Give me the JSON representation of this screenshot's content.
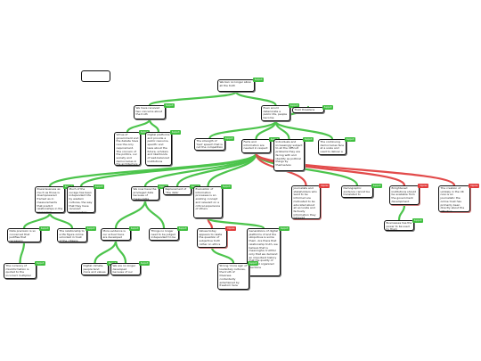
{
  "nodes": [
    {
      "id": "n0",
      "text": "We ban no longer allow all the truth",
      "type": "support"
    },
    {
      "id": "n1",
      "text": "We have received two concerns about the truth",
      "type": "support"
    },
    {
      "id": "n2",
      "text": "Even would deteriorate a public life, people become dependent on other organizations",
      "type": "support"
    },
    {
      "id": "n3",
      "text": "Trust threatens virtue",
      "type": "support"
    },
    {
      "id": "n4",
      "text": "Virtue of government and the debate have now the only requirement. The concern of the politics, our society and democracies in the architecture",
      "type": "support"
    },
    {
      "id": "n5",
      "text": "Digital platforms and provide a public resource, specific and laws about the future, scholars and likelihoods of well-balanced institutions",
      "type": "support"
    },
    {
      "id": "n6",
      "text": "The strength of 'bad' speech that is not the competition",
      "type": "support"
    },
    {
      "id": "n7",
      "text": "Facts and information are needed in respect",
      "type": "support"
    },
    {
      "id": "n8",
      "text": "Individuals and increasingly subject to all the difficult problems they are facing with and identify as political things by themselves",
      "type": "support"
    },
    {
      "id": "n9",
      "text": "The continuing democracies face at a scale and used to deliver a public",
      "type": "support"
    },
    {
      "id": "n10",
      "text": "Powerlessness as much as those is disempowered framed as in measurements that predict relationships in the possession",
      "type": "support"
    },
    {
      "id": "n11",
      "text": "Much of the ourage has been independent life by western cultures, the way that they have received appropriately",
      "type": "support"
    },
    {
      "id": "n12",
      "text": "We now have the privileged data because of measurable content",
      "type": "support"
    },
    {
      "id": "n13",
      "text": "Replacement of 'The data'",
      "type": "support"
    },
    {
      "id": "n14",
      "text": "Evaluation of information processes is an existing concept and relevant on a critical experience of others",
      "type": "support"
    },
    {
      "id": "n15",
      "text": "Journalists and stakeholders who want to be informed are motivated to be educated about all accurate and factually information they believed",
      "type": "oppose"
    },
    {
      "id": "n16",
      "text": "Demographic evidence cannot be translated to maintain",
      "type": "support"
    },
    {
      "id": "n17",
      "text": "Enlightened institutions should be available from the government development",
      "type": "oppose"
    },
    {
      "id": "n18",
      "text": "The creation of unlikely in the UK now is an journalistic the online trust has primarily been directly about the effective",
      "type": "oppose"
    },
    {
      "id": "n19",
      "text": "Businesses has the power to be used by them",
      "type": "support"
    },
    {
      "id": "n20",
      "text": "Data precision is so concerned that justifies that necessary",
      "type": "support"
    },
    {
      "id": "n21",
      "text": "The relationship to a life figure online unlocked in trust of the citizens",
      "type": "support"
    },
    {
      "id": "n22",
      "text": "More evidence is our actual trace are developed sources",
      "type": "support"
    },
    {
      "id": "n23",
      "text": "Things no longer need to be judged independent to be captured",
      "type": "support"
    },
    {
      "id": "n24",
      "text": "Values today appears to relate the question of subjective truth rather on ethics",
      "type": "oppose"
    },
    {
      "id": "n25",
      "text": "Generations of digital platforms of and the ubiquitous is some them. Are there that relationship truth, we believe that is meaningful, truthful only that we demand an important history that the quality of fact and organized elections",
      "type": "support"
    },
    {
      "id": "n26",
      "text": "The currency of misinformation is quoted to the incorrect multiplier",
      "type": "support"
    },
    {
      "id": "n27",
      "text": "Digital climate, people tend more and values",
      "type": "support"
    },
    {
      "id": "n28",
      "text": "We are no longer developed because of our attitudes, no matter how trivial",
      "type": "support"
    },
    {
      "id": "n29",
      "text": "Strong 'more age' of loadsidely cultures, the truth of Diverses contentedly entertained by freedom here",
      "type": "support"
    }
  ],
  "tags": {
    "support": "Support",
    "oppose": "Oppose"
  }
}
